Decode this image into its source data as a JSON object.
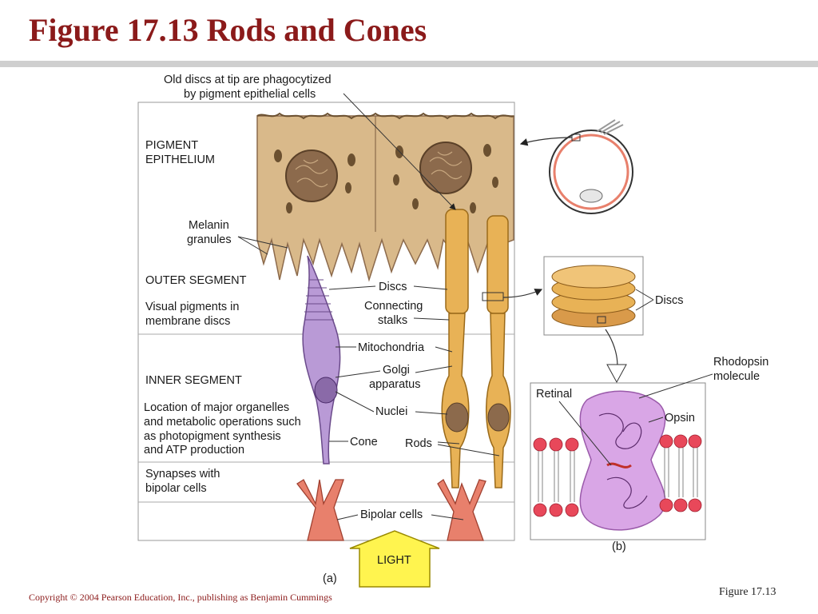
{
  "slide": {
    "title": "Figure 17.13  Rods and Cones",
    "copyright": "Copyright © 2004 Pearson Education, Inc., publishing as Benjamin Cummings",
    "figure_ref": "Figure 17.13"
  },
  "panel_a": {
    "top_caption": [
      "Old discs at tip are phagocytized",
      "by pigment epithelial cells"
    ],
    "layers": {
      "pigment_epithelium": [
        "PIGMENT",
        "EPITHELIUM"
      ],
      "melanin": [
        "Melanin",
        "granules"
      ],
      "outer_segment": "OUTER SEGMENT",
      "visual_pigments": [
        "Visual pigments in",
        "membrane discs"
      ],
      "inner_segment": "INNER SEGMENT",
      "organelles": [
        "Location of major organelles",
        "and metabolic operations such",
        "as photopigment synthesis",
        "and ATP production"
      ],
      "synapses": [
        "Synapses with",
        "bipolar cells"
      ]
    },
    "structures": {
      "discs": "Discs",
      "connecting_stalks": [
        "Connecting",
        "stalks"
      ],
      "mitochondria": "Mitochondria",
      "golgi": [
        "Golgi",
        "apparatus"
      ],
      "nuclei": "Nuclei",
      "cone": "Cone",
      "rods": "Rods",
      "bipolar_cells": "Bipolar cells"
    },
    "light_label": "LIGHT",
    "panel_label": "(a)"
  },
  "panel_b": {
    "discs": "Discs",
    "rhodopsin": [
      "Rhodopsin",
      "molecule"
    ],
    "retinal": "Retinal",
    "opsin": "Opsin",
    "panel_label": "(b)"
  },
  "colors": {
    "title": "#8b1a1a",
    "epithelium": "#d9b98a",
    "nucleus": "#8c6a4c",
    "cone": "#b99ad6",
    "rod": "#e8b256",
    "bipolar": "#e8806c",
    "light_arrow": "#fff44f",
    "lipid_head": "#e8485a",
    "rhodopsin": "#d9a6e6"
  }
}
